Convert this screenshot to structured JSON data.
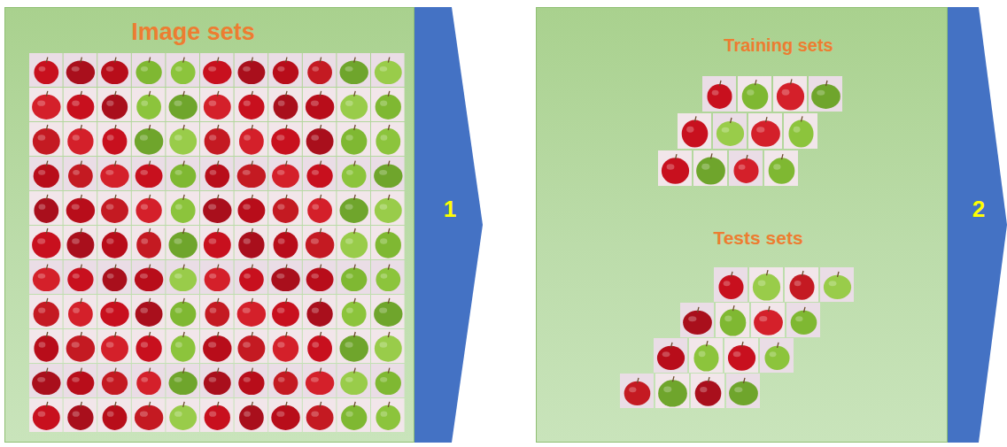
{
  "diagram": {
    "nodes": [
      {
        "text": [
          "Image sets"
        ]
      },
      {
        "text": [
          "1"
        ]
      },
      {
        "text": [
          "Training sets",
          "Tests sets"
        ]
      },
      {
        "text": [
          "2"
        ]
      }
    ]
  }
}
